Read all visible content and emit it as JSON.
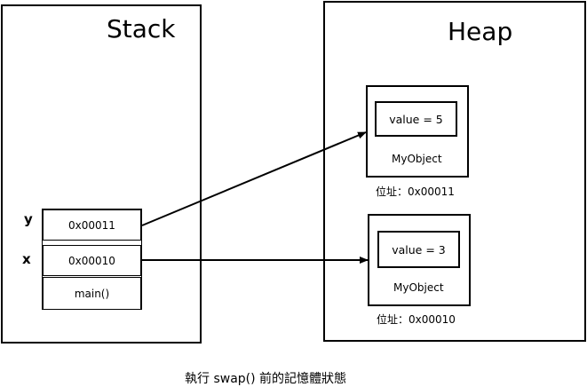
{
  "stack": {
    "title": "Stack",
    "var_y": "y",
    "var_x": "x",
    "cells": [
      "0x00011",
      "0x00010",
      "main()"
    ]
  },
  "heap": {
    "title": "Heap",
    "objects": [
      {
        "value": "value = 5",
        "type": "MyObject",
        "address": "位址：0x00011"
      },
      {
        "value": "value = 3",
        "type": "MyObject",
        "address": "位址：0x00010"
      }
    ]
  },
  "caption": "執行 swap() 前的記憶體狀態"
}
